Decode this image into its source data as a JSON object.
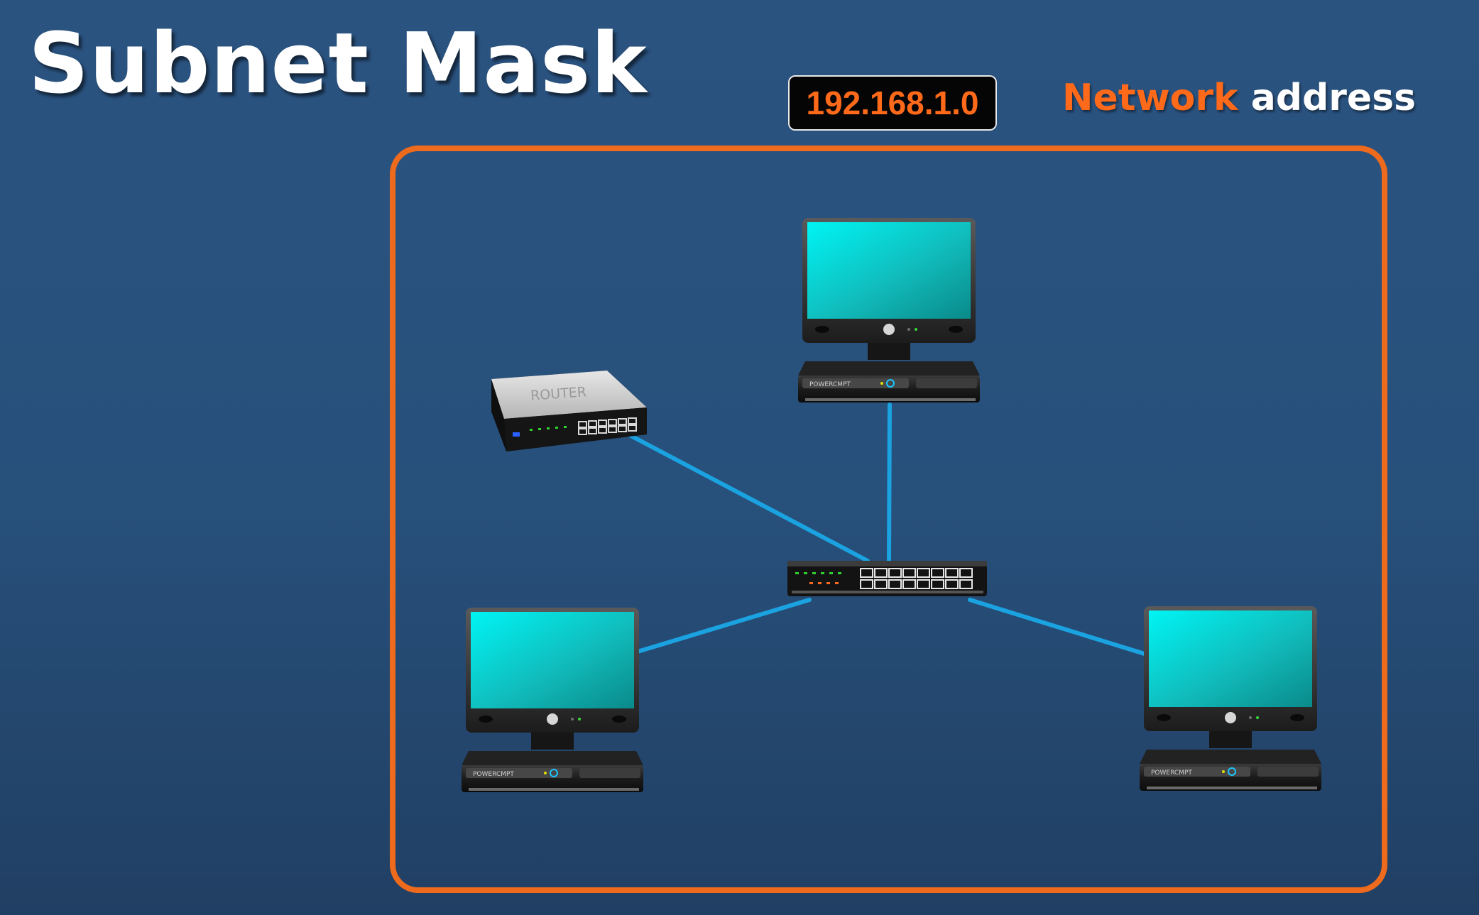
{
  "slide": {
    "title": "Subnet Mask",
    "network_ip": "192.168.1.0",
    "label_network": "Network",
    "label_address": "address"
  },
  "devices": {
    "router_label": "ROUTER",
    "computer_brand": "POWERCMPT"
  },
  "colors": {
    "frame_accent": "#ee6a1c",
    "cable": "#1aa3e0",
    "screen": "#14d6d6",
    "background": "#27507b"
  }
}
